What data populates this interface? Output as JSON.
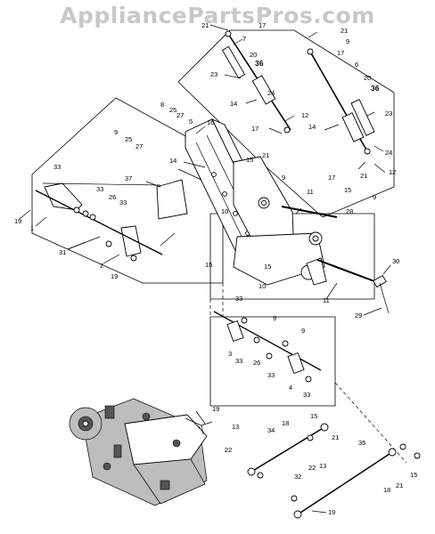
{
  "watermark": "AppliancePartsPros.com",
  "callouts": [
    "21",
    "7",
    "17",
    "21",
    "9",
    "17",
    "6",
    "20",
    "36",
    "23",
    "20",
    "36",
    "24",
    "14",
    "12",
    "8",
    "25",
    "27",
    "5",
    "16",
    "14",
    "17",
    "15",
    "21",
    "9",
    "14",
    "23",
    "24",
    "12",
    "17",
    "15",
    "21",
    "9",
    "11",
    "28",
    "9",
    "25",
    "27",
    "33",
    "37",
    "33",
    "26",
    "33",
    "19",
    "1",
    "31",
    "2",
    "19",
    "10",
    "15",
    "15",
    "10",
    "11",
    "30",
    "29",
    "33",
    "9",
    "3",
    "33",
    "26",
    "9",
    "33",
    "4",
    "33",
    "19",
    "15",
    "13",
    "18",
    "34",
    "21",
    "22",
    "13",
    "22",
    "35",
    "32",
    "21",
    "15",
    "18",
    "19"
  ]
}
